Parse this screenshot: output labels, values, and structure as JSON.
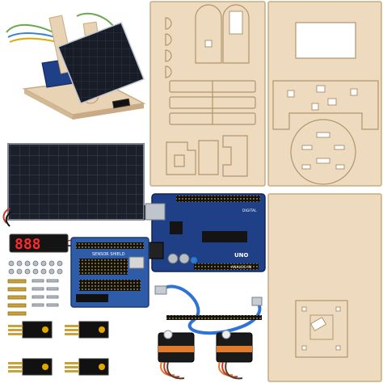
{
  "product_photo": {
    "display": {
      "digits": "888"
    },
    "board_labels": {
      "uno_brand": "UNO",
      "shield_brand": "SENSOR SHIELD",
      "analog_in": "ANALOG IN",
      "digital": "DIGITAL"
    },
    "colors": {
      "wood": "#e8d3b4",
      "wood_edge": "#c8ab84",
      "solar_cell": "#1a1f2a",
      "uno_board": "#1f3f86",
      "shield_board": "#2e5ca8",
      "servo_body": "#1a1a1a",
      "servo_label": "#e07a2d",
      "led_digits": "#ff2a2a",
      "usb_cable": "#2f73d6"
    }
  }
}
